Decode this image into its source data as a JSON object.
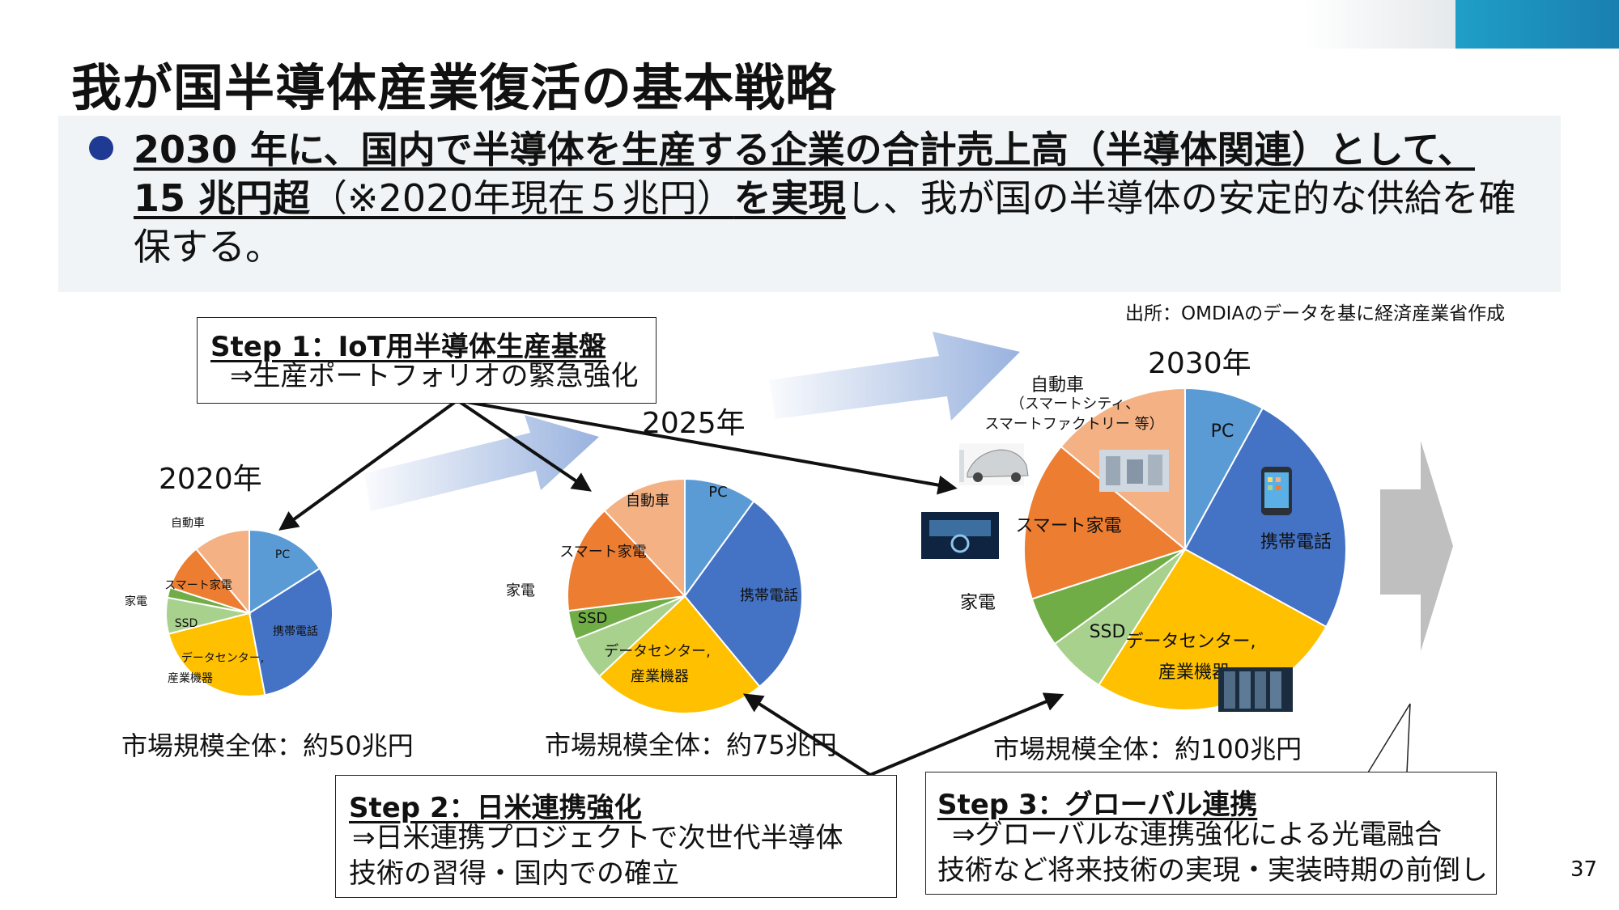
{
  "page": {
    "title": "我が国半導体産業復活の基本戦略",
    "page_number": "37",
    "source": "出所：OMDIAのデータを基に経済産業省作成"
  },
  "bullet": {
    "part1": "2030 年に、国内で半導体を生産する企業の合計売上高（半導体関連）として、15 兆円超",
    "part2": "（※2020年現在５兆円）",
    "part3": "を実現",
    "part4": "し、我が国の半導体の安定的な供給を確保する。"
  },
  "steps": {
    "step1": {
      "title": "Step 1：IoT用半導体生産基盤",
      "line1": "⇒生産ポートフォリオの緊急強化"
    },
    "step2": {
      "title": "Step 2：日米連携強化",
      "line1": "⇒日米連携プロジェクトで次世代半導体",
      "line2": "技術の習得・国内での確立"
    },
    "step3": {
      "title": "Step 3：グローバル連携",
      "line1": "⇒グローバルな連携強化による光電融合",
      "line2": "技術など将来技術の実現・実装時期の前倒し"
    }
  },
  "colors": {
    "PC": "#5b9bd5",
    "携帯電話": "#4472c4",
    "データセンター,SSD": "#ffc000",
    "家電": "#a9d18e",
    "スマート家電": "#70ad47",
    "自動車": "#ed7d31",
    "産業機器": "#f4b183",
    "arrow_blue": "#8eaadb",
    "arrow_gray": "#bfbfbf",
    "bullet_dot": "#1f3a93"
  },
  "chart_data": [
    {
      "type": "pie",
      "title": "2020年",
      "subtitle": "市場規模全体：約50兆円",
      "categories": [
        "PC",
        "携帯電話",
        "データセンター,SSD",
        "家電",
        "スマート家電",
        "自動車",
        "産業機器"
      ],
      "values": [
        16,
        31,
        24,
        7,
        2,
        9,
        11
      ],
      "labels": [
        "PC",
        "携帯電話",
        "データセンター,",
        "SSD",
        "家電",
        "スマート家電",
        "自動車",
        "産業機器"
      ]
    },
    {
      "type": "pie",
      "title": "2025年",
      "subtitle": "市場規模全体：約75兆円",
      "categories": [
        "PC",
        "携帯電話",
        "データセンター,SSD",
        "家電",
        "スマート家電",
        "自動車",
        "産業機器"
      ],
      "values": [
        10,
        29,
        24,
        6,
        4,
        15,
        12
      ],
      "labels": [
        "PC",
        "携帯電話",
        "データセンター,",
        "SSD",
        "家電",
        "スマート家電",
        "自動車",
        "産業機器"
      ]
    },
    {
      "type": "pie",
      "title": "2030年",
      "subtitle": "市場規模全体：約100兆円",
      "categories": [
        "PC",
        "携帯電話",
        "データセンター,SSD",
        "家電",
        "スマート家電",
        "自動車",
        "産業機器"
      ],
      "values": [
        8,
        25,
        26,
        6,
        5,
        16,
        14
      ],
      "labels": [
        "PC",
        "携帯電話",
        "データセンター,",
        "SSD",
        "家電",
        "スマート家電",
        "自動車",
        "産業機器",
        "（スマートシティ、",
        "スマートファクトリー 等）"
      ]
    }
  ]
}
